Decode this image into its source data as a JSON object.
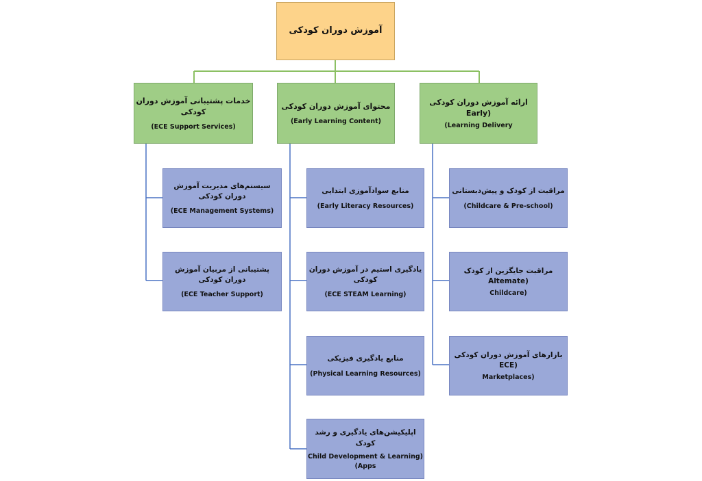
{
  "root": {
    "text": "آموزش دوران کودکی"
  },
  "columns": [
    {
      "fa": "خدمات پشتیبانی آموزش دوران کودکی",
      "en": "(ECE Support Services)",
      "children": [
        {
          "fa": "سیستم‌های مدیریت آموزش دوران کودکی",
          "en": "(ECE Management Systems)"
        },
        {
          "fa": "پشتیبانی از مربیان آموزش دوران کودکی",
          "en": "(ECE Teacher Support)"
        }
      ]
    },
    {
      "fa": "محتوای آموزش دوران کودکی",
      "en": "(Early Learning Content)",
      "children": [
        {
          "fa": "منابع سوادآموزی ابتدایی",
          "en": "(Early Literacy Resources)"
        },
        {
          "fa": "یادگیری استیم در آموزش دوران کودکی",
          "en": "(ECE STEAM Learning)"
        },
        {
          "fa": "منابع یادگیری فیزیکی",
          "en": "(Physical Learning Resources)"
        },
        {
          "fa": "اپلیکیشن‌های یادگیری و رشد کودک",
          "en": "Child Development & Learning)",
          "en2": "(Apps"
        }
      ]
    },
    {
      "fa": "ارائه آموزش دوران کودکی (Early",
      "en": "(Learning Delivery",
      "children": [
        {
          "fa": "مراقبت از کودک و پیش‌دبستانی",
          "en": "(Childcare & Pre-school)"
        },
        {
          "fa": "مراقبت جایگزین از کودک (Altemate",
          "en": "Childcare)"
        },
        {
          "fa": "بازارهای آموزش دوران کودکی (ECE",
          "en": "Marketplaces)"
        }
      ]
    }
  ]
}
